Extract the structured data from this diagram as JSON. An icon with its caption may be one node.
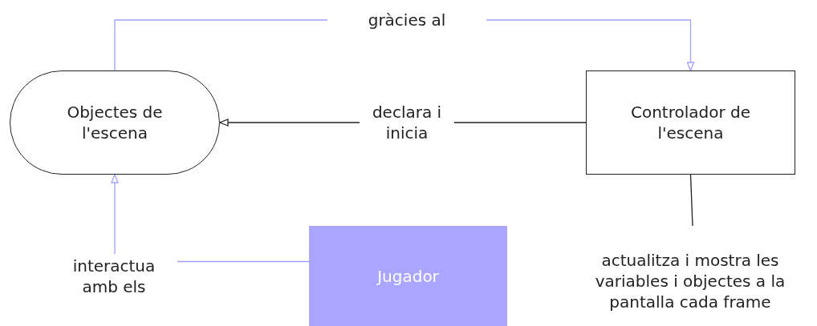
{
  "diagram": {
    "nodes": [
      {
        "text": [
          "Objectes de l'escena"
        ]
      },
      {
        "text": [
          "Controlador de l'escena"
        ]
      },
      {
        "text": [
          "Jugador"
        ]
      },
      {
        "text": [
          "actualitza i mostra les variables i objectes a la pantalla cada frame"
        ]
      }
    ],
    "edges": [
      {
        "from": 0,
        "to": 1,
        "arrow": "to",
        "label": "gràcies al",
        "color": "#a3a0ff"
      },
      {
        "from": 1,
        "to": 0,
        "arrow": "to",
        "label": "declara i inicia",
        "color": "#222222"
      },
      {
        "from": 2,
        "to": 0,
        "arrow": "to",
        "label": "interactua amb els",
        "color": "#a3a0ff"
      },
      {
        "from": 1,
        "to": 3,
        "arrow": "none",
        "color": "#222222"
      }
    ]
  }
}
